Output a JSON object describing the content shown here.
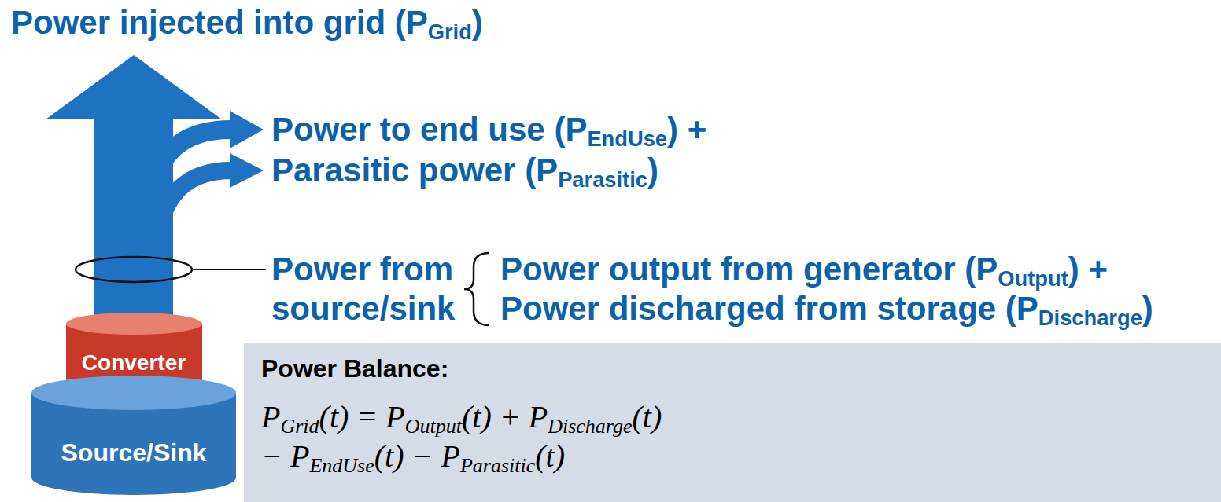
{
  "diagram": {
    "nodes": [
      {
        "text": [
          "Converter"
        ]
      },
      {
        "text": [
          "Source/Sink"
        ]
      },
      {
        "text": [
          "Power Balance:",
          "PGrid(t) = POutput(t) + PDischarge(t) − PEndUse(t) − PParasitic(t)"
        ]
      }
    ],
    "labels": [
      "Power injected into grid (PGrid)",
      "Power to end use (PEndUse) +",
      "Parasitic power (PParasitic)",
      "Power from source/sink",
      "Power output from generator (POutput) +",
      "Power discharged from storage (PDischarge)"
    ]
  }
}
